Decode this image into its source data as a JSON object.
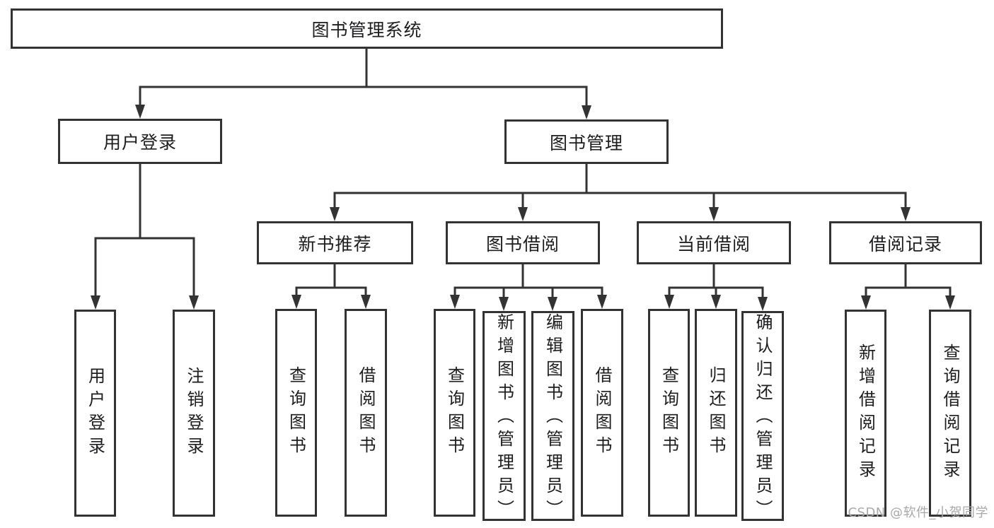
{
  "tree": {
    "label": "图书管理系统",
    "children": [
      {
        "label": "用户登录",
        "children": [
          {
            "label": "用户登录"
          },
          {
            "label": "注销登录"
          }
        ]
      },
      {
        "label": "图书管理",
        "children": [
          {
            "label": "新书推荐",
            "children": [
              {
                "label": "查询图书"
              },
              {
                "label": "借阅图书"
              }
            ]
          },
          {
            "label": "图书借阅",
            "children": [
              {
                "label": "查询图书"
              },
              {
                "label": "新增图书（管理员）"
              },
              {
                "label": "编辑图书（管理员）"
              },
              {
                "label": "借阅图书"
              }
            ]
          },
          {
            "label": "当前借阅",
            "children": [
              {
                "label": "查询图书"
              },
              {
                "label": "归还图书"
              },
              {
                "label": "确认归还（管理员）"
              }
            ]
          },
          {
            "label": "借阅记录",
            "children": [
              {
                "label": "新增借阅记录"
              },
              {
                "label": "查询借阅记录"
              }
            ]
          }
        ]
      }
    ]
  },
  "watermark": "CSDN @软件_小贺同学",
  "colors": {
    "line": "#333333",
    "text": "#1d1d1f",
    "watermark": "#a9a9a9",
    "background": "#ffffff"
  }
}
